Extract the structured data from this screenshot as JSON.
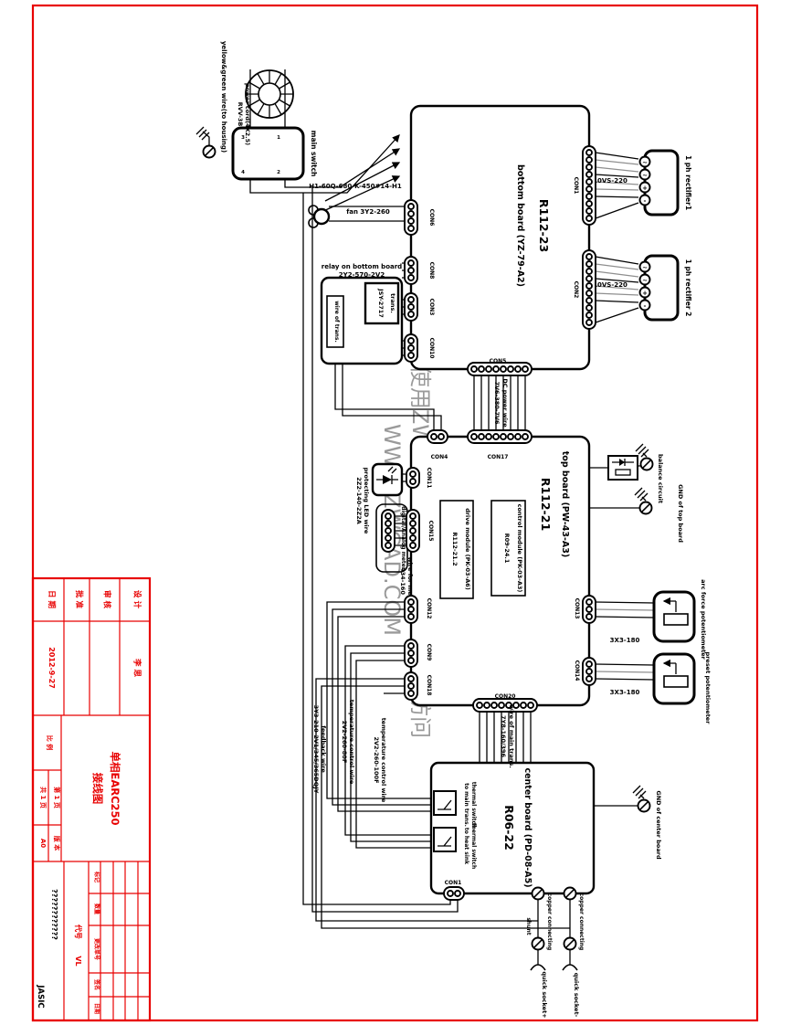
{
  "watermark": {
    "line1": "您正在使用ZWCAD 2012试用版 详情请访问",
    "line2": "WWW.ZWCAD.COM"
  },
  "power": {
    "ground_wire": "yellow&green wire(to housing)",
    "cord": "power cord(4X2.5)",
    "cord_id": "RVV-3B",
    "main_switch": "main switch",
    "cable": "H1-60Q-680-K-450#14-H1",
    "pins": [
      "3",
      "1",
      "4",
      "2"
    ]
  },
  "fan": {
    "label": "fan 3Y2-260"
  },
  "boards": {
    "bottom": {
      "name": "bottom board (YZ-79-A2)",
      "id": "R112-23"
    },
    "top": {
      "name": "top board (PW-43-A3)",
      "id": "R112-21"
    },
    "center": {
      "name": "center board (PD-08-A5)",
      "id": "R06-22"
    }
  },
  "modules": {
    "control_name": "control module (PK-03-A3)",
    "control_id": "R09-24.1",
    "drive_name": "drive module (PK-03-A6)",
    "drive_id": "R112-21.2"
  },
  "relay": {
    "name": "relay on bottom board",
    "id": "2Y2-570-2V2",
    "trans": "trans.",
    "trans_id": "JSY-2717",
    "wire": "wire of trans."
  },
  "rectifier": {
    "r1": "1 ph rectifier1",
    "r2": "1 ph rectifier 2",
    "wire": "10VS-220",
    "terms": [
      "~",
      "~",
      "+",
      "-"
    ]
  },
  "con": {
    "c1": "CON1",
    "c2": "CON2",
    "c3": "CON3",
    "c4": "CON4",
    "c5": "CON5",
    "c6": "CON6",
    "c8": "CON8",
    "c9": "CON9",
    "c10": "CON10",
    "c11": "CON11",
    "c12": "CON12",
    "c13": "CON13",
    "c14": "CON14",
    "c15": "CON15",
    "c17": "CON17",
    "c18": "CON18",
    "c20": "CON20",
    "c1_center": "CON1"
  },
  "wires": {
    "dc": "DC power wire",
    "dc_id": "7V6-380-7V6",
    "led": "protecting LED wire",
    "led_id": "2Z2-140-2Z2A",
    "meter": "wire for meter",
    "meter_id": "434-160",
    "meter_box": "digital/Analog meter",
    "pot_wire": "3X3-180",
    "main_trans": "wire of main trans.",
    "main_trans_id": "7Y8-160/396",
    "temp1": "temperature control wire",
    "temp1_id": "2V2-260-100F",
    "temp2": "temperature control wire",
    "temp2_id": "2V2-260-80F",
    "feedback": "feedback wire",
    "feedback_id": "3Y3-210-2V1/345/365DQJY"
  },
  "right": {
    "balance": "balance circuit",
    "gnd_top": "GND of top board",
    "arc_pot": "arc force potentiometer",
    "preset_pot": "preset potentiometer",
    "gnd_center": "GND of center board"
  },
  "center_board": {
    "thermal1_l1": "thermal switch",
    "thermal1_l2": "to main trans.",
    "thermal2_l1": "thermal switch",
    "thermal2_l2": "to heat sink",
    "copper": "copper connecting",
    "shunt": "shunt",
    "qs_plus": "quick socket+",
    "qs_minus": "quick socket-"
  },
  "titleblock": {
    "design": "设 计",
    "check": "审 核",
    "approve": "批 准",
    "date": "日 期",
    "designer": "李 思",
    "date_value": "2012-9-27",
    "scale": "比 例",
    "page": "第 1 页",
    "pages": "共 1 页",
    "version": "版 本",
    "version_value": "A0",
    "title1": "单相EARC250",
    "title2": "接线图",
    "code": "代号",
    "code_value": "VL",
    "qmarks": "????????????",
    "logo": "JASIC",
    "rev": [
      "标记",
      "数量",
      "更改单号",
      "签名",
      "日期"
    ]
  }
}
